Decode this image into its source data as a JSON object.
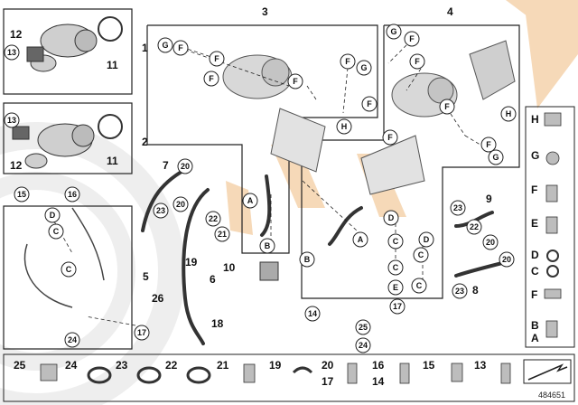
{
  "diagram_id": "484651",
  "colors": {
    "watermark_orange": "#f6d9b8",
    "watermark_gray": "#e9e9e9",
    "line": "#222222",
    "part_fill": "#cfcfcf"
  },
  "callouts_plain": [
    "1",
    "2",
    "3",
    "4",
    "5",
    "6",
    "7",
    "8",
    "9",
    "10",
    "11",
    "11",
    "12",
    "12",
    "18",
    "19",
    "26"
  ],
  "callouts_circled": [
    "A",
    "B",
    "C",
    "D",
    "E",
    "F",
    "G",
    "H",
    "13",
    "14",
    "15",
    "16",
    "17",
    "20",
    "21",
    "22",
    "23",
    "24",
    "25"
  ],
  "labels": {
    "n1": "1",
    "n2": "2",
    "n3": "3",
    "n4": "4",
    "n5": "5",
    "n6": "6",
    "n7": "7",
    "n8": "8",
    "n9": "9",
    "n10": "10",
    "n11a": "11",
    "n11b": "11",
    "n12a": "12",
    "n12b": "12",
    "n18": "18",
    "n19": "19",
    "n26": "26"
  },
  "legend_right": [
    "H",
    "G",
    "F",
    "E",
    "D",
    "C",
    "F",
    "B",
    "A"
  ],
  "legend_bottom": [
    "25",
    "24",
    "23",
    "22",
    "21",
    "19",
    "20",
    "17",
    "16",
    "14",
    "15",
    "13"
  ]
}
